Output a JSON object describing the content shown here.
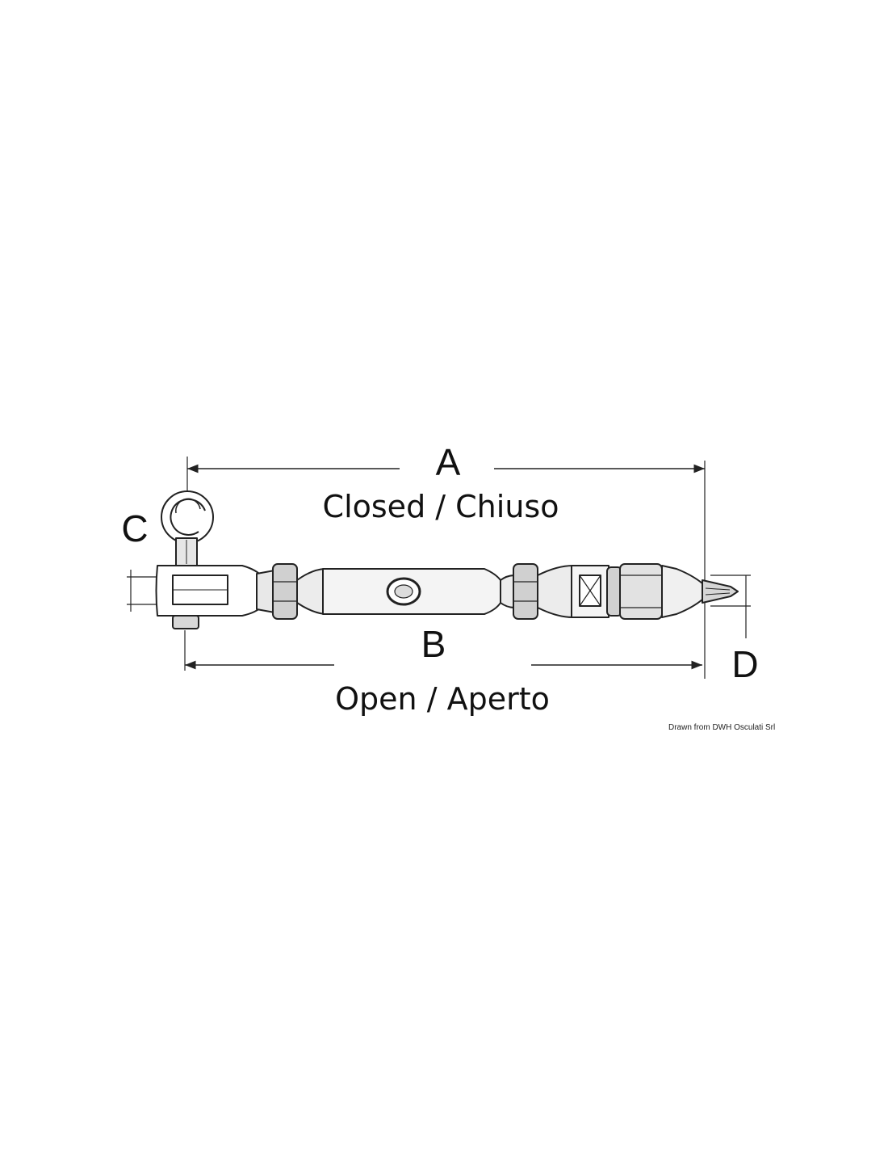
{
  "diagram": {
    "dimensions": {
      "a": "A",
      "b": "B",
      "c": "C",
      "d": "D"
    },
    "captions": {
      "closed": "Closed / Chiuso",
      "open": "Open / Aperto"
    },
    "credit": "Drawn from DWH Osculati Srl",
    "colors": {
      "line": "#222222",
      "text": "#111111",
      "shade": "#c9c9c9",
      "background": "#ffffff"
    }
  }
}
